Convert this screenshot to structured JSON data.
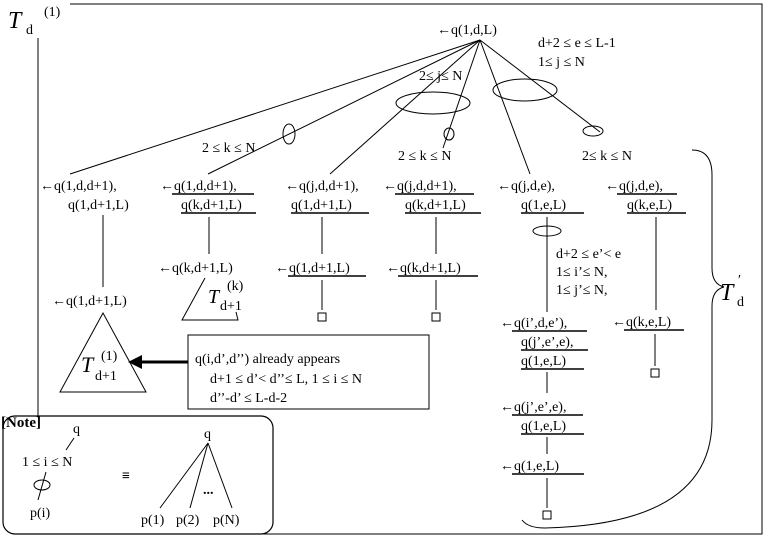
{
  "corner_label": {
    "main": "T",
    "sub": "d",
    "sup": "(1)"
  },
  "root": "←q(1,d,L)",
  "root_constraint": {
    "line1": "d+2 ≤ e ≤ L-1",
    "line2": "1≤ j ≤ N"
  },
  "branch_labels": {
    "j_range": "2≤ j≤ N",
    "k_range_left": "2 ≤ k ≤ N",
    "k_range_mid": "2 ≤ k ≤ N",
    "k_range_right": "2≤ k ≤ N"
  },
  "level1": {
    "n1": {
      "line1": "←q(1,d,d+1),",
      "line2": "q(1,d+1,L)"
    },
    "n2": {
      "line1": "←q(1,d,d+1),",
      "line2": "q(k,d+1,L)"
    },
    "n3": {
      "line1": "←q(j,d,d+1),",
      "line2": "q(1,d+1,L)"
    },
    "n4": {
      "line1": "←q(j,d,d+1),",
      "line2": "q(k,d+1,L)"
    },
    "n5": {
      "line1": "←q(j,d,e),",
      "line2": "q(1,e,L)"
    },
    "n6": {
      "line1": "←q(j,d,e),",
      "line2": "q(k,e,L)"
    }
  },
  "level2": {
    "n1": "←q(1,d+1,L)",
    "n2": "←q(k,d+1,L)",
    "n3": "←q(1,d+1,L)",
    "n4": "←q(k,d+1,L)",
    "n6": "←q(k,e,L)"
  },
  "subtree_d1": {
    "main": "T",
    "sub": "d+1",
    "sup": "(1)"
  },
  "subtree_k": {
    "main": "T",
    "sub": "d+1",
    "sup": "(k)"
  },
  "e_constraint": {
    "line1": "d+2  ≤ e’< e",
    "line2": "1≤ i’≤ N,",
    "line3": "1≤ j’≤ N,"
  },
  "chain": {
    "c1": {
      "line1": "←q(i’,d,e’),",
      "line2": "q(j’,e’,e),",
      "line3": "q(1,e,L)"
    },
    "c2": {
      "line1": "←q(j’,e’,e),",
      "line2": "q(1,e,L)"
    },
    "c3": "←q(1,e,L)"
  },
  "brace_label": {
    "main": "T",
    "sub": "d",
    "prime": "′"
  },
  "box_note": {
    "line1": "q(i,d’,d’’) already appears",
    "line2": "d+1  ≤ d’<  d’’≤ L,  1 ≤ i  ≤ N",
    "line3": "d’’-d’ ≤ L-d-2"
  },
  "note": {
    "title": "[Note]",
    "left_q": "q",
    "left_range": "1 ≤ i ≤  N",
    "left_p": "p(i)",
    "equiv": "≡",
    "right_q": "q",
    "dots": "...",
    "p1": "p(1)",
    "p2": "p(2)",
    "pN": "p(N)"
  }
}
